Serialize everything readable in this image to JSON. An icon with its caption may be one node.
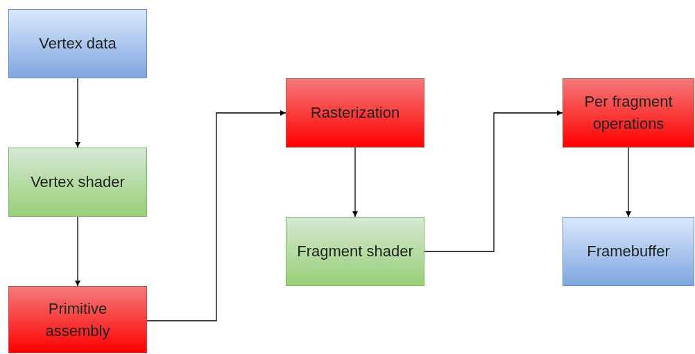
{
  "diagram": {
    "nodes": [
      {
        "text": [
          "Vertex data"
        ]
      },
      {
        "text": [
          "Vertex shader"
        ]
      },
      {
        "text": [
          "Primitive assembly"
        ]
      },
      {
        "text": [
          "Rasterization"
        ]
      },
      {
        "text": [
          "Fragment shader"
        ]
      },
      {
        "text": [
          "Per fragment operations"
        ]
      },
      {
        "text": [
          "Framebuffer"
        ]
      }
    ],
    "edges": [
      {
        "from": 0,
        "to": 1,
        "arrow": "to"
      },
      {
        "from": 1,
        "to": 2,
        "arrow": "to"
      },
      {
        "from": 2,
        "to": 3,
        "arrow": "to"
      },
      {
        "from": 3,
        "to": 4,
        "arrow": "to"
      },
      {
        "from": 4,
        "to": 5,
        "arrow": "to"
      },
      {
        "from": 5,
        "to": 6,
        "arrow": "to"
      }
    ]
  }
}
